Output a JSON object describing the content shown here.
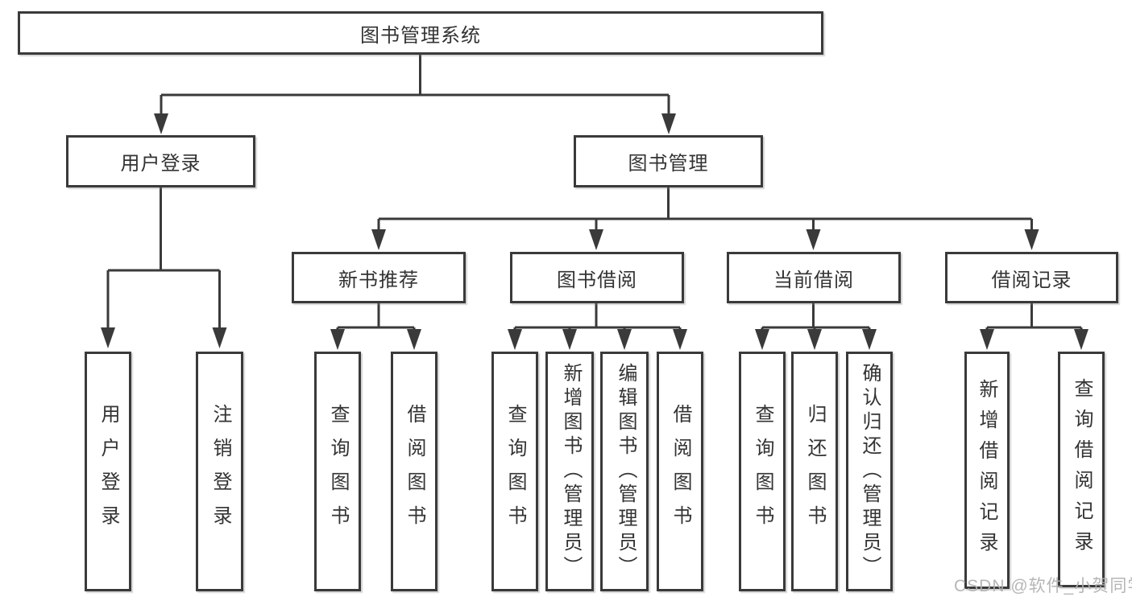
{
  "diagram": {
    "root": {
      "label": "图书管理系统"
    },
    "level2": [
      {
        "label": "用户登录"
      },
      {
        "label": "图书管理"
      }
    ],
    "level3": [
      {
        "label": "新书推荐",
        "parent": "图书管理"
      },
      {
        "label": "图书借阅",
        "parent": "图书管理"
      },
      {
        "label": "当前借阅",
        "parent": "图书管理"
      },
      {
        "label": "借阅记录",
        "parent": "图书管理"
      }
    ],
    "leaves": [
      {
        "label": "用户登录",
        "parent": "用户登录"
      },
      {
        "label": "注销登录",
        "parent": "用户登录"
      },
      {
        "label": "查询图书",
        "parent": "新书推荐"
      },
      {
        "label": "借阅图书",
        "parent": "新书推荐"
      },
      {
        "label": "查询图书",
        "parent": "图书借阅"
      },
      {
        "label": "新增图书（管理员）",
        "parent": "图书借阅"
      },
      {
        "label": "编辑图书（管理员）",
        "parent": "图书借阅"
      },
      {
        "label": "借阅图书",
        "parent": "图书借阅"
      },
      {
        "label": "查询图书",
        "parent": "当前借阅"
      },
      {
        "label": "归还图书",
        "parent": "当前借阅"
      },
      {
        "label": "确认归还（管理员）",
        "parent": "当前借阅"
      },
      {
        "label": "新增借阅记录",
        "parent": "借阅记录"
      },
      {
        "label": "查询借阅记录",
        "parent": "借阅记录"
      }
    ],
    "watermark": "CSDN @软件_小贺同学",
    "colors": {
      "line": "#3a3a3a",
      "text": "#333333",
      "watermark": "#b4b4b4",
      "background": "#ffffff"
    }
  }
}
